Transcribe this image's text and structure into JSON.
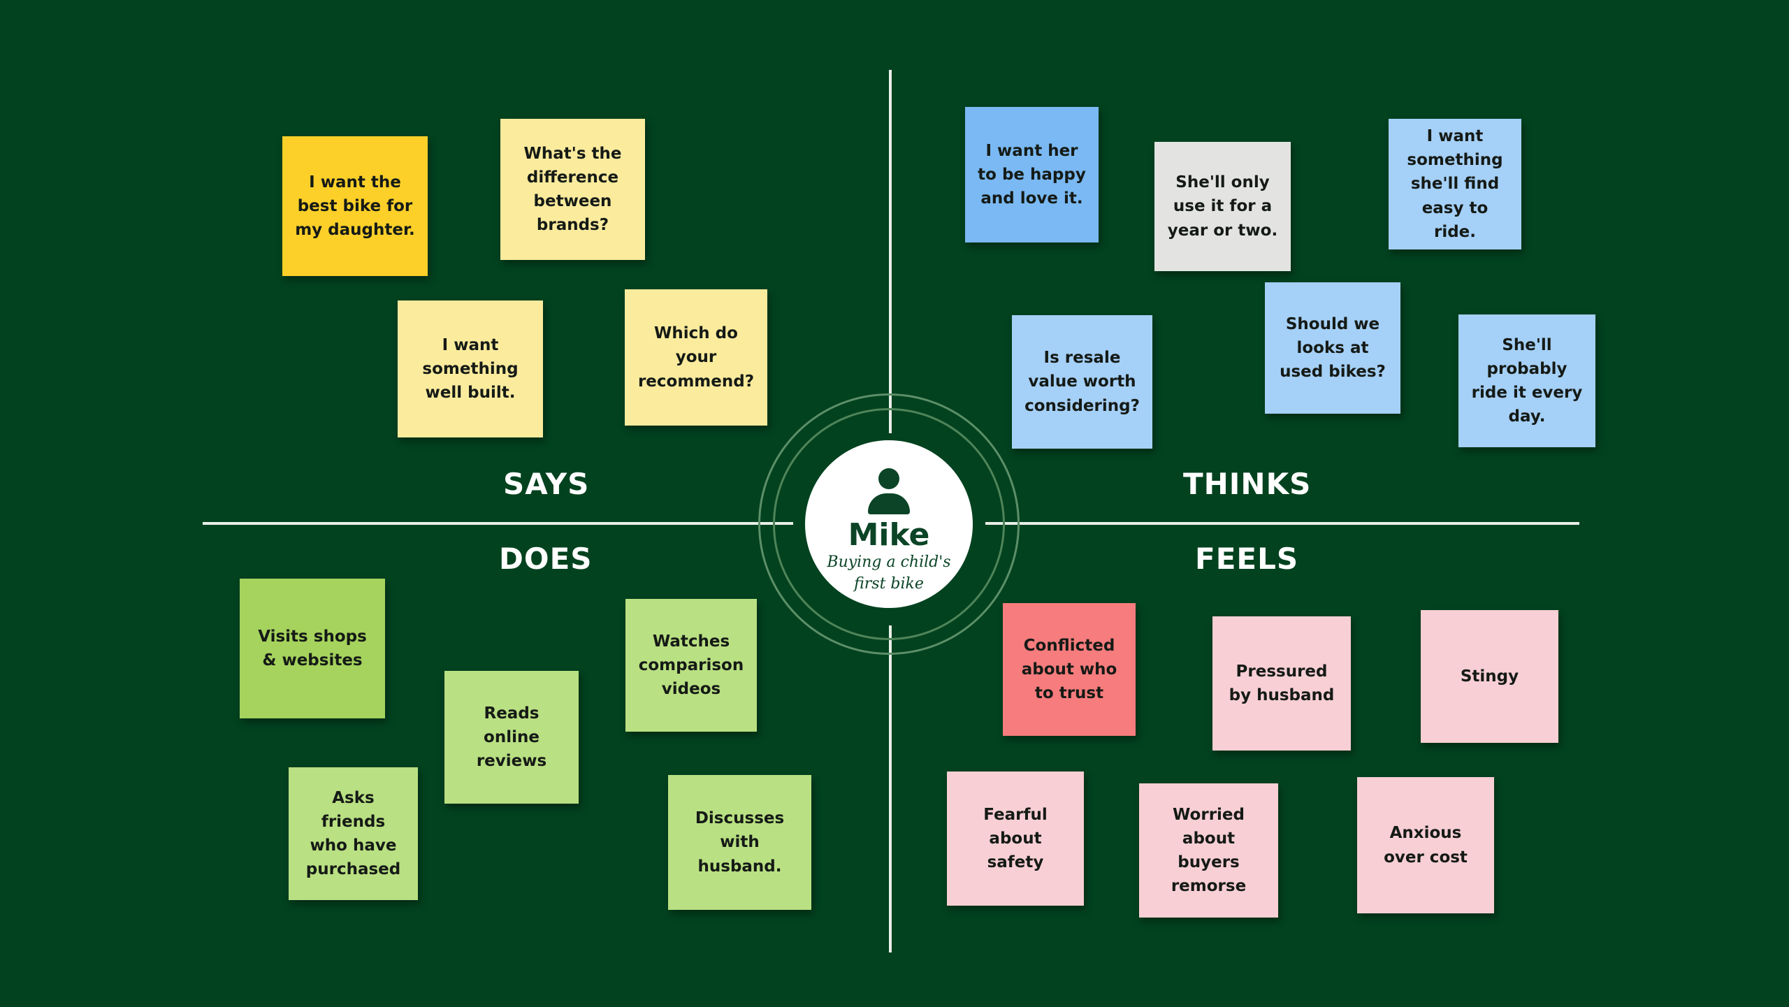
{
  "persona": {
    "name": "Mike",
    "description": "Buying a child's first bike",
    "icon": "user-icon"
  },
  "quadrants": {
    "says": {
      "label": "SAYS"
    },
    "thinks": {
      "label": "THINKS"
    },
    "does": {
      "label": "DOES"
    },
    "feels": {
      "label": "FEELS"
    }
  },
  "colors": {
    "background": "#02421f",
    "yellow_strong": "#fdd029",
    "yellow_light": "#fbeb9d",
    "blue_strong": "#7ab9f3",
    "blue_light": "#a5d0f7",
    "gray": "#e3e4e2",
    "green_strong": "#a5d35d",
    "green_light": "#b9e082",
    "red": "#f67c7d",
    "pink": "#f7cfd4"
  },
  "notes": {
    "says": [
      "I want the best bike for my daughter.",
      "What's the difference between brands?",
      "I want something well built.",
      "Which do your recommend?"
    ],
    "thinks": [
      "I want her to be happy and love it.",
      "She'll only use it for a year or two.",
      "I want something she'll find easy to ride.",
      "Is resale value worth considering?",
      "Should we looks at used bikes?",
      "She'll probably ride it every day."
    ],
    "does": [
      "Visits shops & websites",
      "Reads online reviews",
      "Watches comparison videos",
      "Asks friends who have purchased",
      "Discusses with husband."
    ],
    "feels": [
      "Conflicted about who to trust",
      "Pressured by husband",
      "Stingy",
      "Fearful about safety",
      "Worried about buyers remorse",
      "Anxious over cost"
    ]
  }
}
